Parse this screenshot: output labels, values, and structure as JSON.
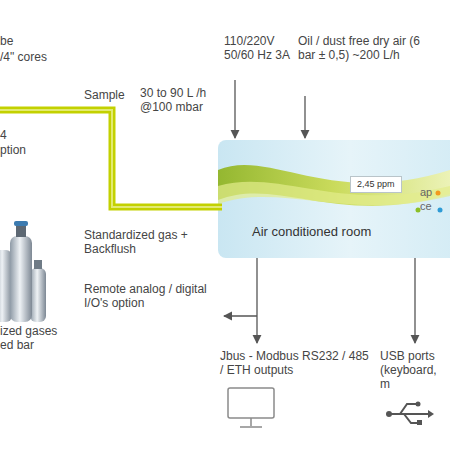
{
  "diagram": {
    "nodes": [
      {
        "text": [
          "Air conditioned room"
        ]
      },
      {
        "text": [
          "2,45 ppm"
        ],
        "in": 0
      }
    ],
    "labels": [
      "be",
      "/4\" cores",
      "4",
      "ption",
      "Sample",
      "30 to 90 L /h @100 mbar",
      "110/220V 50/60 Hz 3A",
      "Oil / dust free dry air (6 bar ± 0,5) ~200 L/h",
      "Standardized gas + Backflush",
      "Remote analog / digital I/O's option",
      "ized gases ed bar",
      "Jbus - Modbus RS232 / 485 / ETH outputs",
      "USB ports (keyboard, m",
      "ap",
      "ce"
    ]
  }
}
